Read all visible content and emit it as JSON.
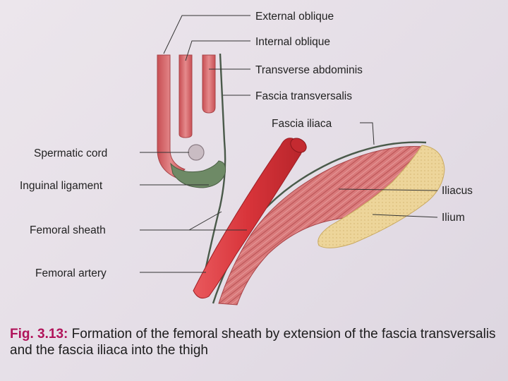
{
  "labels": {
    "external_oblique": "External oblique",
    "internal_oblique": "Internal oblique",
    "transverse_abdominis": "Transverse abdominis",
    "fascia_transversalis": "Fascia transversalis",
    "fascia_iliaca": "Fascia iliaca",
    "spermatic_cord": "Spermatic cord",
    "inguinal_ligament": "Inguinal ligament",
    "femoral_sheath": "Femoral sheath",
    "femoral_artery": "Femoral artery",
    "iliacus": "Iliacus",
    "ilium": "Ilium"
  },
  "caption": {
    "number": "Fig. 3.13:",
    "text": "Formation of the femoral sheath by extension of the fascia transversalis and the fascia iliaca into the thigh"
  },
  "colors": {
    "muscle": "#d7696b",
    "muscle_dark": "#b94a4d",
    "artery": "#d63a3f",
    "ligament": "#6e8a66",
    "cord": "#c7b9c0",
    "bone": "#edd59a",
    "fascia": "#4a5a4a",
    "caption_accent": "#b0135a"
  }
}
